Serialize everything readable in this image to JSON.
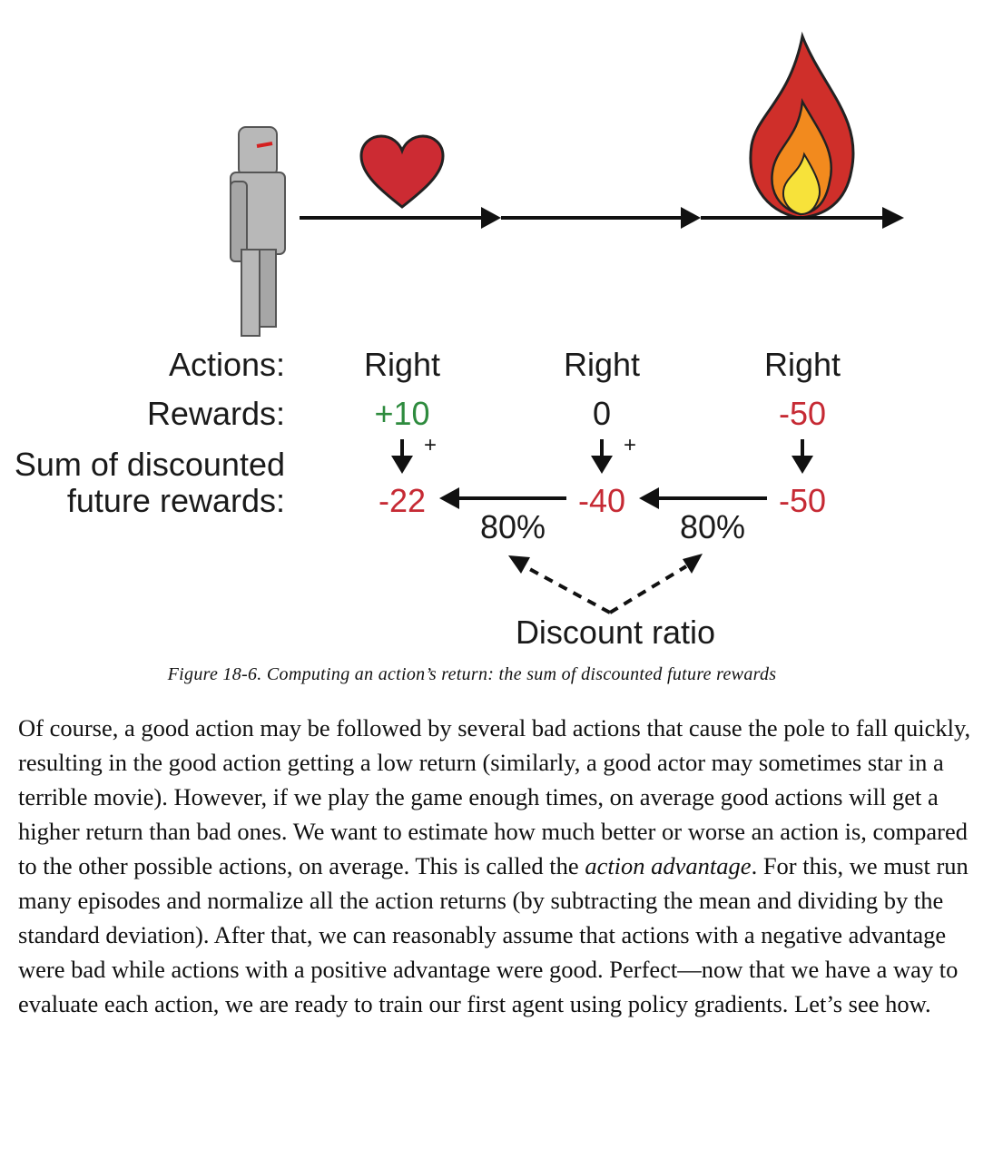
{
  "figure": {
    "row_labels": {
      "actions": "Actions:",
      "rewards": "Rewards:",
      "sum_line1": "Sum of discounted",
      "sum_line2": "future rewards:"
    },
    "steps": [
      {
        "action": "Right",
        "reward": "+10",
        "sum": "-22",
        "reward_color": "#2e8b3e",
        "event_icon": "heart-icon"
      },
      {
        "action": "Right",
        "reward": "0",
        "sum": "-40",
        "reward_color": "#1a1a1a",
        "event_icon": ""
      },
      {
        "action": "Right",
        "reward": "-50",
        "sum": "-50",
        "reward_color": "#c62a34",
        "event_icon": "fire-icon"
      }
    ],
    "plus_sign": "+",
    "discount_values": [
      "80%",
      "80%"
    ],
    "discount_label": "Discount ratio",
    "agent_icon": "robot-agent-icon"
  },
  "caption": "Figure 18-6. Computing an action’s return: the sum of discounted future rewards",
  "body": {
    "before_em": "Of course, a good action may be followed by several bad actions that cause the pole to fall quickly, resulting in the good action getting a low return (similarly, a good actor may sometimes star in a terrible movie). However, if we play the game enough times, on average good actions will get a higher return than bad ones. We want to estimate how much better or worse an action is, compared to the other possible actions, on average. This is called the ",
    "em": "action advantage",
    "after_em": ". For this, we must run many episodes and normalize all the action returns (by subtracting the mean and dividing by the standard deviation). After that, we can reasonably assume that actions with a negative advantage were bad while actions with a positive advantage were good. Perfect—now that we have a way to evaluate each action, we are ready to train our first agent using policy gradients. Let’s see how."
  }
}
